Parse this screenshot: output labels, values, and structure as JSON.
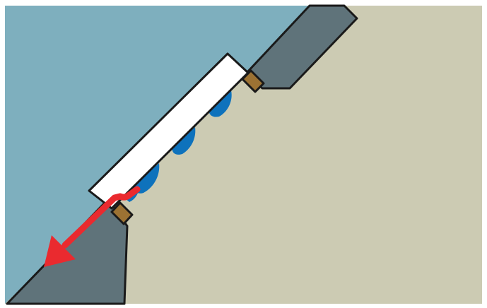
{
  "diagram": {
    "type": "cross-section",
    "colors": {
      "border": "#ffffff",
      "sky": "#7eafbe",
      "ground": "#cccbb3",
      "frame": "#5f737a",
      "panel": "#ffffff",
      "spacer": "#9c7233",
      "water": "#0e72bc",
      "arrow": "#ea2a2f",
      "outline": "#1a1a1a"
    },
    "components": [
      {
        "name": "sky-region",
        "icon": "sky-fill"
      },
      {
        "name": "ground-region",
        "icon": "ground-fill"
      },
      {
        "name": "upper-frame",
        "icon": "frame-block"
      },
      {
        "name": "lower-frame",
        "icon": "frame-block"
      },
      {
        "name": "panel",
        "icon": "white-plate"
      },
      {
        "name": "upper-spacer",
        "icon": "spacer-block"
      },
      {
        "name": "lower-spacer",
        "icon": "spacer-block"
      },
      {
        "name": "water-droplets",
        "icon": "droplet-icon",
        "count": 4
      },
      {
        "name": "drainage-arrow",
        "icon": "arrow-icon",
        "direction": "down-left"
      }
    ]
  }
}
